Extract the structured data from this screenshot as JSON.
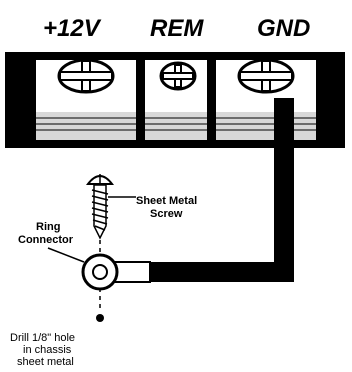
{
  "terminals": {
    "plus12v": "+12V",
    "rem": "REM",
    "gnd": "GND"
  },
  "callouts": {
    "screw": [
      "Sheet Metal",
      "Screw"
    ],
    "ring": [
      "Ring",
      "Connector"
    ],
    "drill": [
      "Drill 1/8\" hole",
      "in chassis",
      "sheet metal"
    ]
  },
  "colors": {
    "ink": "#000000",
    "paper": "#ffffff",
    "strip_shade": "#d8d8d8"
  }
}
